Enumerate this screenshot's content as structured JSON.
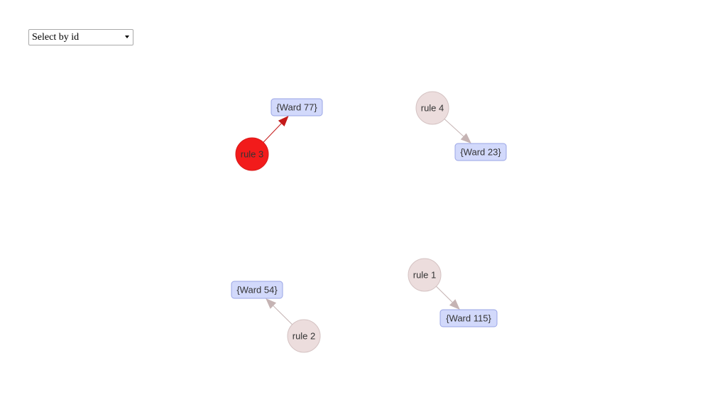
{
  "select": {
    "label": "Select by id"
  },
  "colors": {
    "rule_default_fill": "#ecdddd",
    "rule_default_border": "#d4c2c2",
    "rule_selected_fill": "#f21b1b",
    "rule_selected_border": "#d91a1a",
    "item_fill": "#d2d9fb",
    "item_border": "#9aa5e6",
    "edge_default": "#c5b3b3",
    "edge_selected": "#c41919",
    "label_text": "#343434"
  },
  "nodes": [
    {
      "id": "rule3",
      "type": "rule",
      "label": "rule 3",
      "selected": true
    },
    {
      "id": "ward77",
      "type": "item",
      "label": "{Ward 77}"
    },
    {
      "id": "rule4",
      "type": "rule",
      "label": "rule 4",
      "selected": false
    },
    {
      "id": "ward23",
      "type": "item",
      "label": "{Ward 23}"
    },
    {
      "id": "rule1",
      "type": "rule",
      "label": "rule 1",
      "selected": false
    },
    {
      "id": "ward115",
      "type": "item",
      "label": "{Ward 115}"
    },
    {
      "id": "rule2",
      "type": "rule",
      "label": "rule 2",
      "selected": false
    },
    {
      "id": "ward54",
      "type": "item",
      "label": "{Ward 54}"
    }
  ],
  "edges": [
    {
      "from": "rule3",
      "to": "ward77",
      "selected": true
    },
    {
      "from": "rule4",
      "to": "ward23",
      "selected": false
    },
    {
      "from": "rule1",
      "to": "ward115",
      "selected": false
    },
    {
      "from": "rule2",
      "to": "ward54",
      "selected": false
    }
  ]
}
